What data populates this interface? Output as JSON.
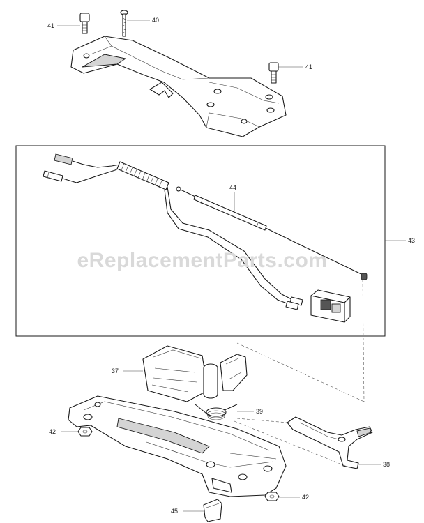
{
  "watermark": "eReplacementParts.com",
  "callouts": {
    "c41a": "41",
    "c40": "40",
    "c41b": "41",
    "c44": "44",
    "c43": "43",
    "c37": "37",
    "c39": "39",
    "c42a": "42",
    "c38": "38",
    "c42b": "42",
    "c45": "45"
  }
}
